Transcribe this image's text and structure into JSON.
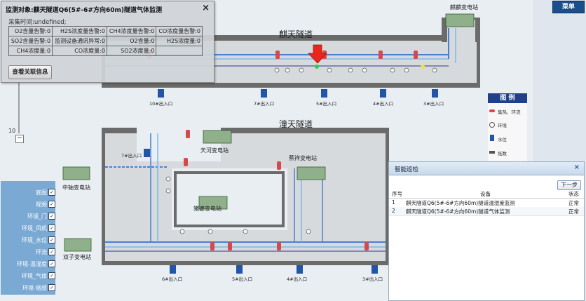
{
  "popup": {
    "title": "监测对象:麒天隧道Q6(5#-6#方向60m)隧道气体监测",
    "close": "×",
    "time_label": "采集时间:undefined;",
    "rows": [
      [
        "O2含量告警:0",
        "H2S浓度量告警:0",
        "CH4浓度量告警:0",
        "CO浓度量告警:0"
      ],
      [
        "SO2含量告警:0",
        "监测设备通讯异常:0",
        "O2含量:0",
        "H2S浓度量:0"
      ],
      [
        "CH4浓度量:0",
        "CO浓度量:0",
        "SO2浓度量:0",
        ""
      ]
    ],
    "button": "查看关联信息"
  },
  "menu_button": "菜单",
  "tunnel1_title": "麒天隧道",
  "tunnel2_title": "潼天隧道",
  "stations": {
    "qilin": "麒麟变电站",
    "tianhe": "天河变电站",
    "zhongzhou": "中轴变电站",
    "xiongjia": "猪婆变电站",
    "jiaoxiang": "蕉祥变电站",
    "shuangzi": "双子变电站"
  },
  "exits_top": [
    "10#出入口",
    "7#出入口",
    "5#出入口",
    "4#出入口",
    "3#出入口"
  ],
  "exits_bottom": [
    "6#出入口",
    "5#出入口",
    "4#出入口",
    "3#出入口"
  ],
  "exit_left": "7#出入口",
  "legend": {
    "title": "图 例",
    "items": [
      "集热、环流",
      "环境",
      "水位",
      "纸数"
    ]
  },
  "zoom_label": "10",
  "zoom_minus": "−",
  "layers": [
    {
      "label": "底图",
      "checked": "✓"
    },
    {
      "label": "视频",
      "checked": "✓"
    },
    {
      "label": "环境_门",
      "checked": "✓"
    },
    {
      "label": "环境_风机",
      "checked": "✓"
    },
    {
      "label": "环境_水位",
      "checked": "✓"
    },
    {
      "label": "环流",
      "checked": "✓"
    },
    {
      "label": "环境-温湿度",
      "checked": "✓"
    },
    {
      "label": "环境_气体",
      "checked": "✓"
    },
    {
      "label": "环境-烟感",
      "checked": "✓"
    }
  ],
  "patrol": {
    "title": "智能巡检",
    "close": "×",
    "next": "下一步",
    "columns": {
      "seq": "序号",
      "device": "设备",
      "status": "状态"
    },
    "rows": [
      {
        "seq": "1",
        "device": "麒天隧道Q6(5#-6#方向60m)隧道温湿度监测",
        "status": "正常"
      },
      {
        "seq": "2",
        "device": "麒天隧道Q6(5#-6#方向60m)隧道气体监测",
        "status": "正常"
      }
    ]
  },
  "colors": {
    "accent": "#1a4f8c",
    "alarm_arrow": "#e8261b",
    "pipe_blue": "#4a7fd0",
    "pipe_light": "#7fb8e8",
    "wall": "#6b6b6b"
  }
}
